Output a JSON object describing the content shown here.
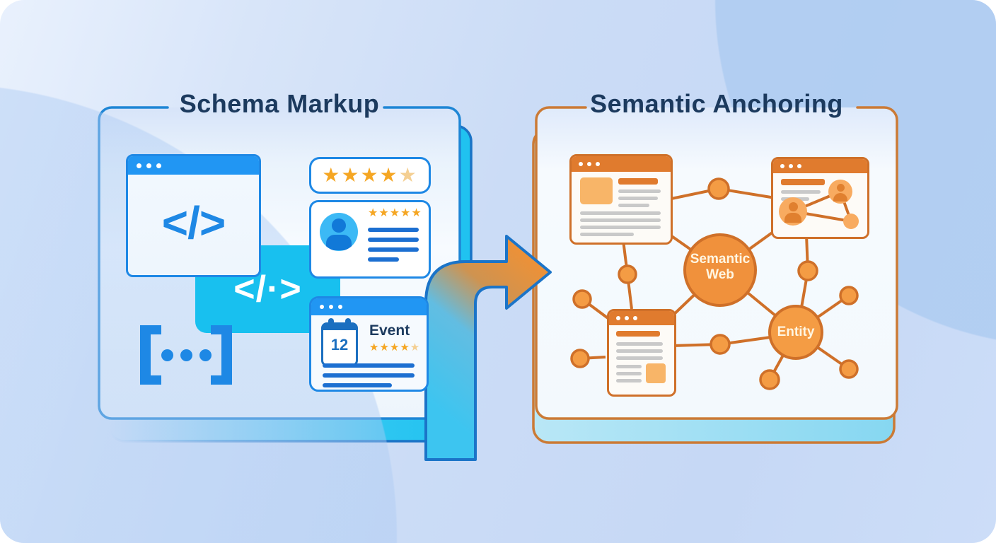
{
  "figure": {
    "left_panel": {
      "title": "Schema Markup",
      "code_window": {
        "code": "</>"
      },
      "rating_card": {
        "stars_filled": "★★★★",
        "stars_pale": "★"
      },
      "review_card": {
        "stars_filled": "★★★★★",
        "stars_pale": ""
      },
      "code_snippet": {
        "code": "</·>"
      },
      "event_card": {
        "date": "12",
        "label": "Event",
        "stars_filled": "★★★★",
        "stars_pale": "★"
      }
    },
    "right_panel": {
      "title": "Semantic Anchoring",
      "hub": {
        "label": "Semantic Web"
      },
      "entity": {
        "label": "Entity"
      }
    },
    "colors": {
      "blue_accent": "#2196f3",
      "blue_deep": "#1b74c8",
      "cyan": "#18c0ef",
      "navy_text": "#1c3a5e",
      "orange_accent": "#e07b2e",
      "orange_border": "#cf7029",
      "star_gold": "#f5a623",
      "line_gray": "#c9c9c9"
    }
  }
}
